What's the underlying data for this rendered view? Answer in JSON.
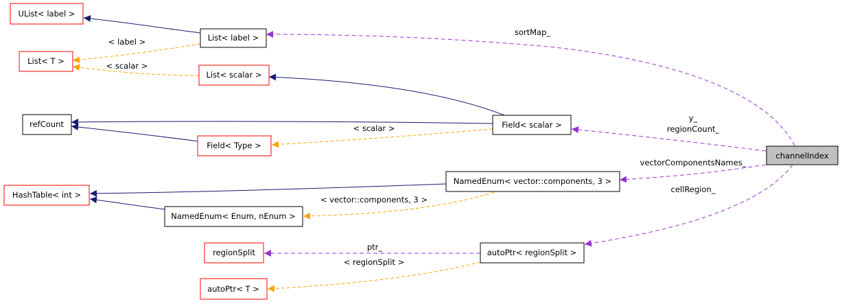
{
  "colors": {
    "node_border_default": "#000000",
    "node_border_external": "#ff0000",
    "node_fill_focus": "#bfbfbf",
    "edge_inheritance": "#191970",
    "edge_template": "#ffa500",
    "edge_usage": "#9a32cd"
  },
  "nodes": {
    "ulist_label": "UList< label >",
    "list_label": "List< label >",
    "list_t": "List< T >",
    "list_scalar": "List< scalar >",
    "refcount": "refCount",
    "field_scalar": "Field< scalar >",
    "field_type": "Field< Type >",
    "hashtable_int": "HashTable< int >",
    "namedenum_vector": "NamedEnum< vector::components, 3 >",
    "namedenum_enum": "NamedEnum< Enum, nEnum >",
    "regionsplit": "regionSplit",
    "autoptr_regionsplit": "autoPtr< regionSplit >",
    "autoptr_t": "autoPtr< T >",
    "channelindex": "channelIndex"
  },
  "edge_labels": {
    "list_label_tmpl": "< label >",
    "list_scalar_tmpl": "< scalar >",
    "field_scalar_tmpl": "< scalar >",
    "namedenum_tmpl": "< vector::components, 3 >",
    "autoptr_tmpl": "< regionSplit >",
    "sortmap": "sortMap_",
    "y": "y_",
    "regioncount": "regionCount_",
    "vectorcomponentsnames": "vectorComponentsNames_",
    "cellregion": "cellRegion_",
    "ptr": "ptr_"
  }
}
